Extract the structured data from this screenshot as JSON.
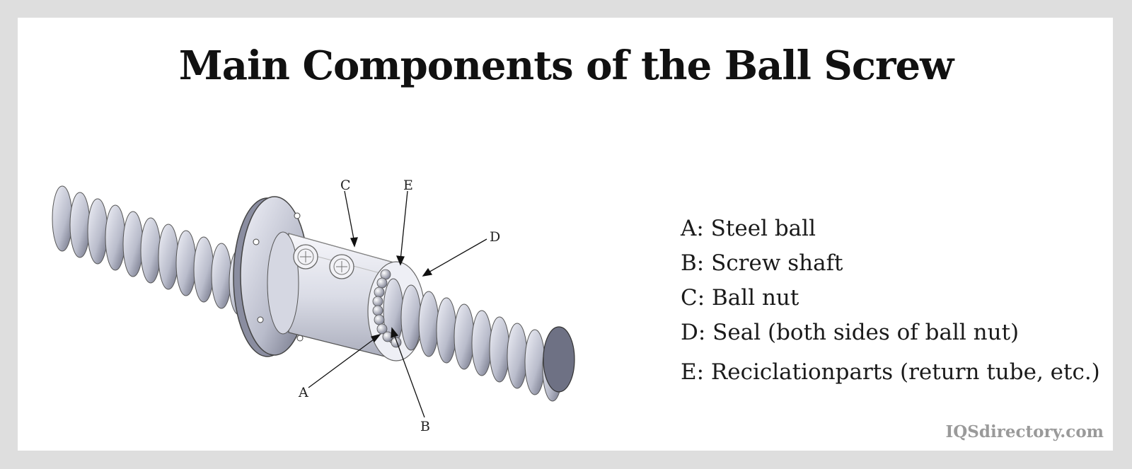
{
  "title": "Main Components of the Ball Screw",
  "callouts": {
    "a": "A",
    "b": "B",
    "c": "C",
    "d": "D",
    "e": "E"
  },
  "legend": [
    "A: Steel ball",
    "B: Screw shaft",
    "C: Ball nut",
    "D: Seal (both sides of ball nut)",
    "E: Reciclationparts (return tube, etc.)"
  ],
  "watermark": "IQSdirectory.com",
  "colors": {
    "background": "#dedede",
    "card": "#ffffff",
    "metal_light": "#e6e8f2",
    "metal_dark": "#5a5d70"
  }
}
